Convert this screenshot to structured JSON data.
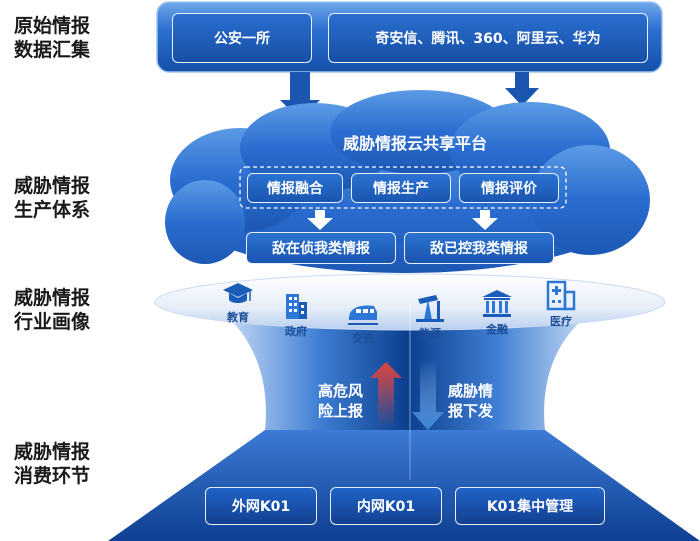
{
  "stages": [
    {
      "line1": "原始情报",
      "line2": "数据汇集"
    },
    {
      "line1": "威胁情报",
      "line2": "生产体系"
    },
    {
      "line1": "威胁情报",
      "line2": "行业画像"
    },
    {
      "line1": "威胁情报",
      "line2": "消费环节"
    }
  ],
  "sources": {
    "left": "公安一所",
    "right": "奇安信、腾讯、360、阿里云、华为"
  },
  "platform": {
    "title": "威胁情报云共享平台",
    "steps": [
      "情报融合",
      "情报生产",
      "情报评价"
    ],
    "outputs": [
      "敌在侦我类情报",
      "敌已控我类情报"
    ]
  },
  "sectors": [
    {
      "label": "教育",
      "icon": "graduation-cap-icon"
    },
    {
      "label": "政府",
      "icon": "government-building-icon"
    },
    {
      "label": "交通",
      "icon": "train-icon"
    },
    {
      "label": "能源",
      "icon": "oil-pump-icon"
    },
    {
      "label": "金融",
      "icon": "bank-icon"
    },
    {
      "label": "医疗",
      "icon": "hospital-icon"
    }
  ],
  "flows": {
    "up": {
      "line1": "高危风",
      "line2": "险上报"
    },
    "down": {
      "line1": "威胁情",
      "line2": "报下发"
    }
  },
  "consumers": [
    "外网K01",
    "内网K01",
    "K01集中管理"
  ],
  "colors": {
    "primary": "#1a5cb8",
    "dark": "#0b3a86",
    "light": "#dce8f7",
    "up_arrow": "#d9534f",
    "down_arrow": "#4a90d9"
  }
}
